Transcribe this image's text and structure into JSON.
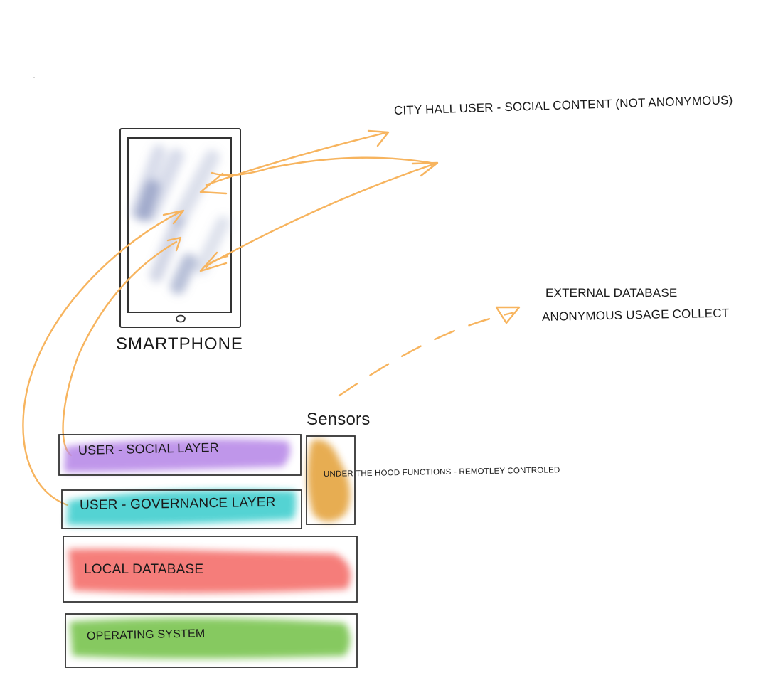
{
  "labels": {
    "city_hall": "CITY HALL USER - SOCIAL CONTENT (NOT ANONYMOUS)",
    "external_db_line1": "EXTERNAL DATABASE",
    "external_db_line2": "ANONYMOUS USAGE COLLECT",
    "smartphone": "SMARTPHONE",
    "sensors": "Sensors",
    "under_hood": "UNDER THE HOOD FUNCTIONS - REMOTLEY CONTROLED"
  },
  "layers": {
    "social": "USER - SOCIAL LAYER",
    "governance": "USER - GOVERNANCE LAYER",
    "local_db": "LOCAL DATABASE",
    "os": "OPERATING SYSTEM"
  },
  "colors": {
    "arrow": "#f7b45e",
    "social": "#b98be8",
    "governance": "#42cfcf",
    "local_db": "#f4706c",
    "os": "#79c44f",
    "sensors": "#e6a94a",
    "screen_blur": "#7d8cb8"
  }
}
